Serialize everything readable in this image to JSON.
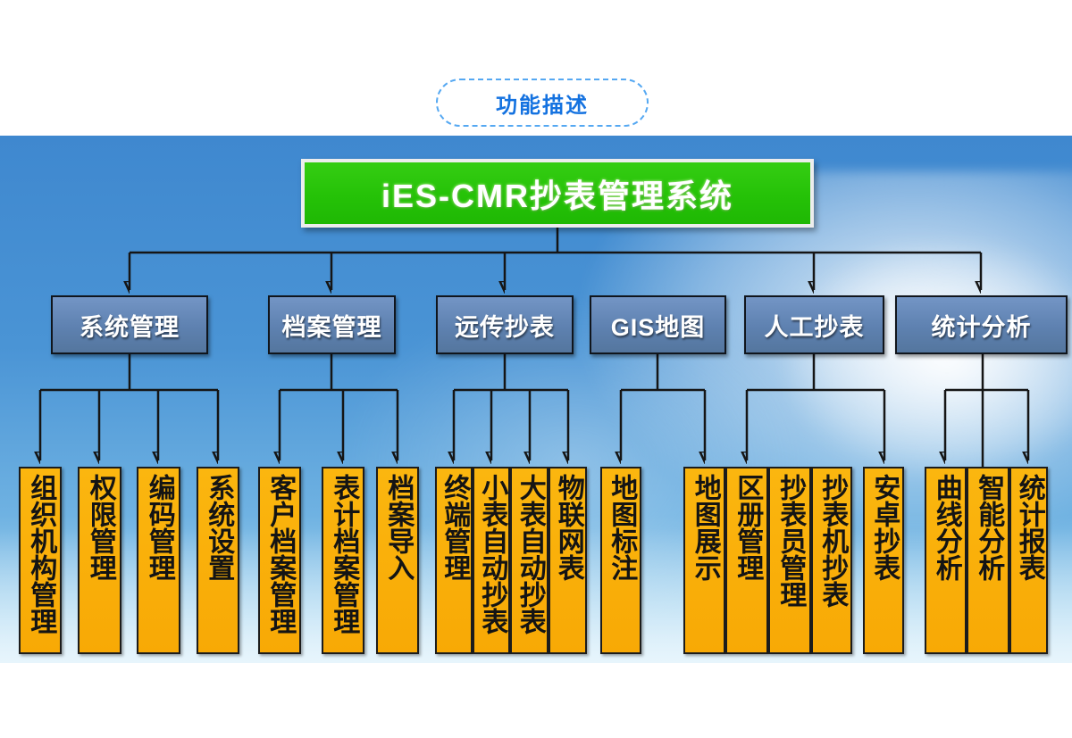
{
  "badge": {
    "label": "功能描述"
  },
  "root": {
    "label": "iES-CMR抄表管理系统"
  },
  "colors": {
    "badge_text": "#1472E0",
    "badge_border": "#55A8F2",
    "root_green": "#28C40C",
    "level2_blue": "#5E81B0",
    "level3_orange": "#F9AB07",
    "connector_line": "#151515",
    "sky_top": "#3F88CF",
    "sky_bottom": "#D5ECF8"
  },
  "branches": [
    {
      "label": "系统管理",
      "children": [
        "组织机构管理",
        "权限管理",
        "编码管理",
        "系统设置"
      ]
    },
    {
      "label": "档案管理",
      "children": [
        "客户档案管理",
        "表计档案管理",
        "档案导入"
      ]
    },
    {
      "label": "远传抄表",
      "children": [
        "终端管理",
        "小表自动抄表",
        "大表自动抄表",
        "物联网表"
      ]
    },
    {
      "label": "GIS地图",
      "children": [
        "地图标注",
        "地图展示"
      ]
    },
    {
      "label": "人工抄表",
      "children": [
        "区册管理",
        "抄表员管理",
        "抄表机抄表",
        "安卓抄表"
      ]
    },
    {
      "label": "统计分析",
      "children": [
        "曲线分析",
        "智能分析",
        "统计报表"
      ]
    }
  ]
}
